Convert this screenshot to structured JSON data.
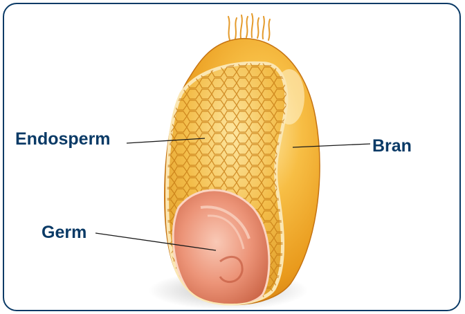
{
  "labels": {
    "endosperm": "Endosperm",
    "bran": "Bran",
    "germ": "Germ"
  },
  "colors": {
    "label_text": "#0a3a66",
    "frame_border": "#0a3a66",
    "bran": "#f0a52a",
    "endosperm": "#f6c04a",
    "germ": "#e88a72"
  }
}
